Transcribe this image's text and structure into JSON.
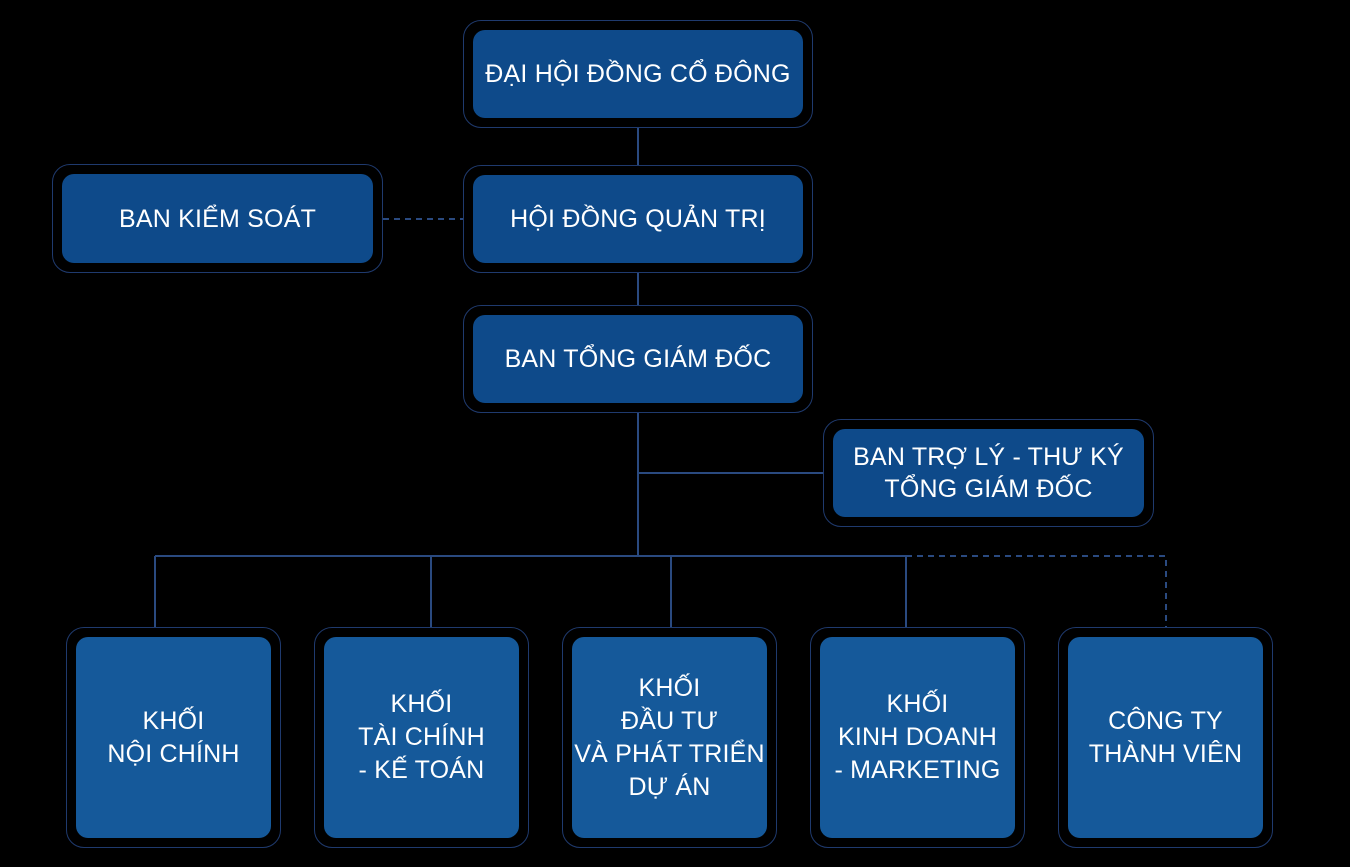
{
  "org_chart": {
    "shareholders": {
      "lines": [
        "ĐẠI HỘI ĐỒNG CỔ ĐÔNG"
      ]
    },
    "supervisory_board": {
      "lines": [
        "BAN KIỂM SOÁT"
      ]
    },
    "board_of_directors": {
      "lines": [
        "HỘI ĐỒNG QUẢN TRỊ"
      ]
    },
    "general_directors": {
      "lines": [
        "BAN TỔNG GIÁM ĐỐC"
      ]
    },
    "assistant_secretary": {
      "lines": [
        "BAN TRỢ LÝ - THƯ KÝ",
        "TỔNG GIÁM ĐỐC"
      ]
    },
    "divisions": [
      {
        "lines": [
          "KHỐI",
          "NỘI CHÍNH"
        ]
      },
      {
        "lines": [
          "KHỐI",
          "TÀI CHÍNH",
          "- KẾ TOÁN"
        ]
      },
      {
        "lines": [
          "KHỐI",
          "ĐẦU TƯ",
          "VÀ PHÁT TRIỂN",
          "DỰ ÁN"
        ]
      },
      {
        "lines": [
          "KHỐI",
          "KINH DOANH",
          "- MARKETING"
        ]
      },
      {
        "lines": [
          "CÔNG TY",
          "THÀNH VIÊN"
        ]
      }
    ]
  },
  "colors": {
    "background": "#000000",
    "node_fill": "#0e4a8a",
    "division_fill": "#15599a",
    "node_border": "#1f3a6e",
    "connector": "#2a4a80",
    "text": "#ffffff"
  }
}
